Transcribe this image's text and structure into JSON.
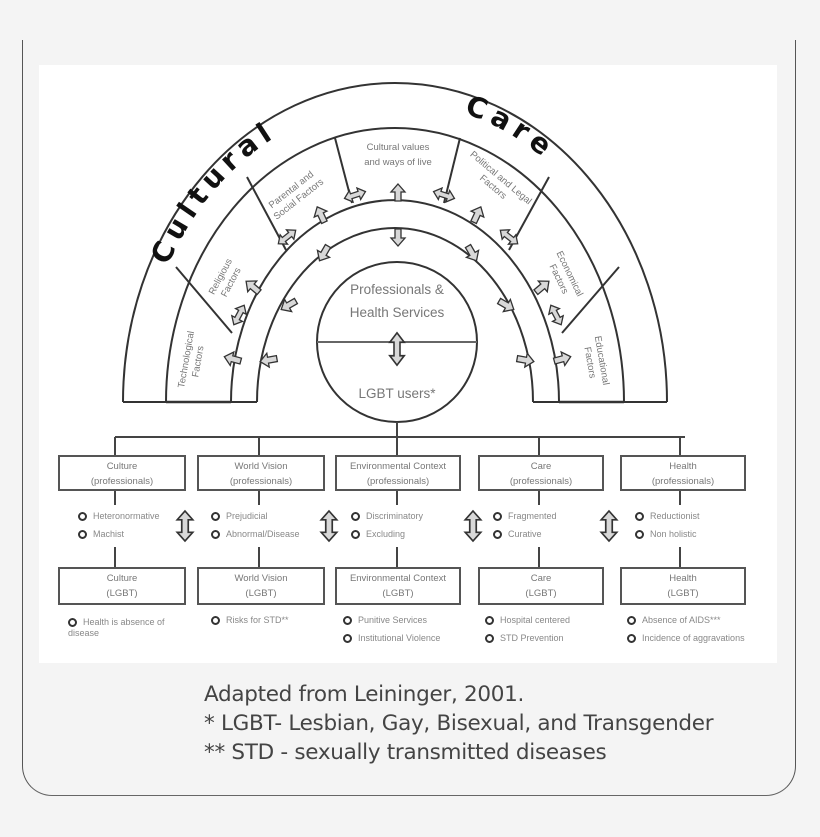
{
  "figure": {
    "arch_title": [
      "Cultural",
      "Care"
    ],
    "factors": [
      {
        "id": "technological",
        "lines": [
          "Technological",
          "Factors"
        ]
      },
      {
        "id": "religious",
        "lines": [
          "Religious",
          "Factors"
        ]
      },
      {
        "id": "parental-social",
        "lines": [
          "Parental and",
          "Social Factors"
        ]
      },
      {
        "id": "cultural-values",
        "lines": [
          "Cultural values",
          "and ways of live"
        ]
      },
      {
        "id": "political-legal",
        "lines": [
          "Political and Legal",
          "Factors"
        ]
      },
      {
        "id": "economical",
        "lines": [
          "Economical",
          "Factors"
        ]
      },
      {
        "id": "educational",
        "lines": [
          "Educational",
          "Factors"
        ]
      }
    ],
    "center_circle": {
      "top_label_1": "Professionals &",
      "top_label_2": "Health Services",
      "bottom_label": "LGBT users*"
    },
    "professional_boxes": [
      {
        "title": "Culture",
        "sub": "(professionals)",
        "bullets": [
          "Heteronormative",
          "Machist"
        ]
      },
      {
        "title": "World Vision",
        "sub": "(professionals)",
        "bullets": [
          "Prejudicial",
          "Abnormal/Disease"
        ]
      },
      {
        "title": "Environmental Context",
        "sub": "(professionals)",
        "bullets": [
          "Discriminatory",
          "Excluding"
        ]
      },
      {
        "title": "Care",
        "sub": "(professionals)",
        "bullets": [
          "Fragmented",
          "Curative"
        ]
      },
      {
        "title": "Health",
        "sub": "(professionals)",
        "bullets": [
          "Reductionist",
          "Non holistic"
        ]
      }
    ],
    "lgbt_boxes": [
      {
        "title": "Culture",
        "sub": "(LGBT)",
        "bullets": [
          "Health is absence of disease"
        ]
      },
      {
        "title": "World Vision",
        "sub": "(LGBT)",
        "bullets": [
          "Risks for STD**"
        ]
      },
      {
        "title": "Environmental Context",
        "sub": "(LGBT)",
        "bullets": [
          "Punitive Services",
          "Institutional Violence"
        ]
      },
      {
        "title": "Care",
        "sub": "(LGBT)",
        "bullets": [
          "Hospital centered",
          "STD Prevention"
        ]
      },
      {
        "title": "Health",
        "sub": "(LGBT)",
        "bullets": [
          "Absence of AIDS***",
          "Incidence of aggravations"
        ]
      }
    ]
  },
  "caption": {
    "line1": "Adapted from Leininger, 2001.",
    "line2": "* LGBT- Lesbian, Gay, Bisexual, and Transgender",
    "line3": "** STD - sexually transmitted diseases"
  },
  "colors": {
    "background": "#f4f4f4",
    "frame_border": "#555555",
    "caption_text": "#444444",
    "line": "#444444",
    "arrow_fill": "#d8d8d8"
  }
}
